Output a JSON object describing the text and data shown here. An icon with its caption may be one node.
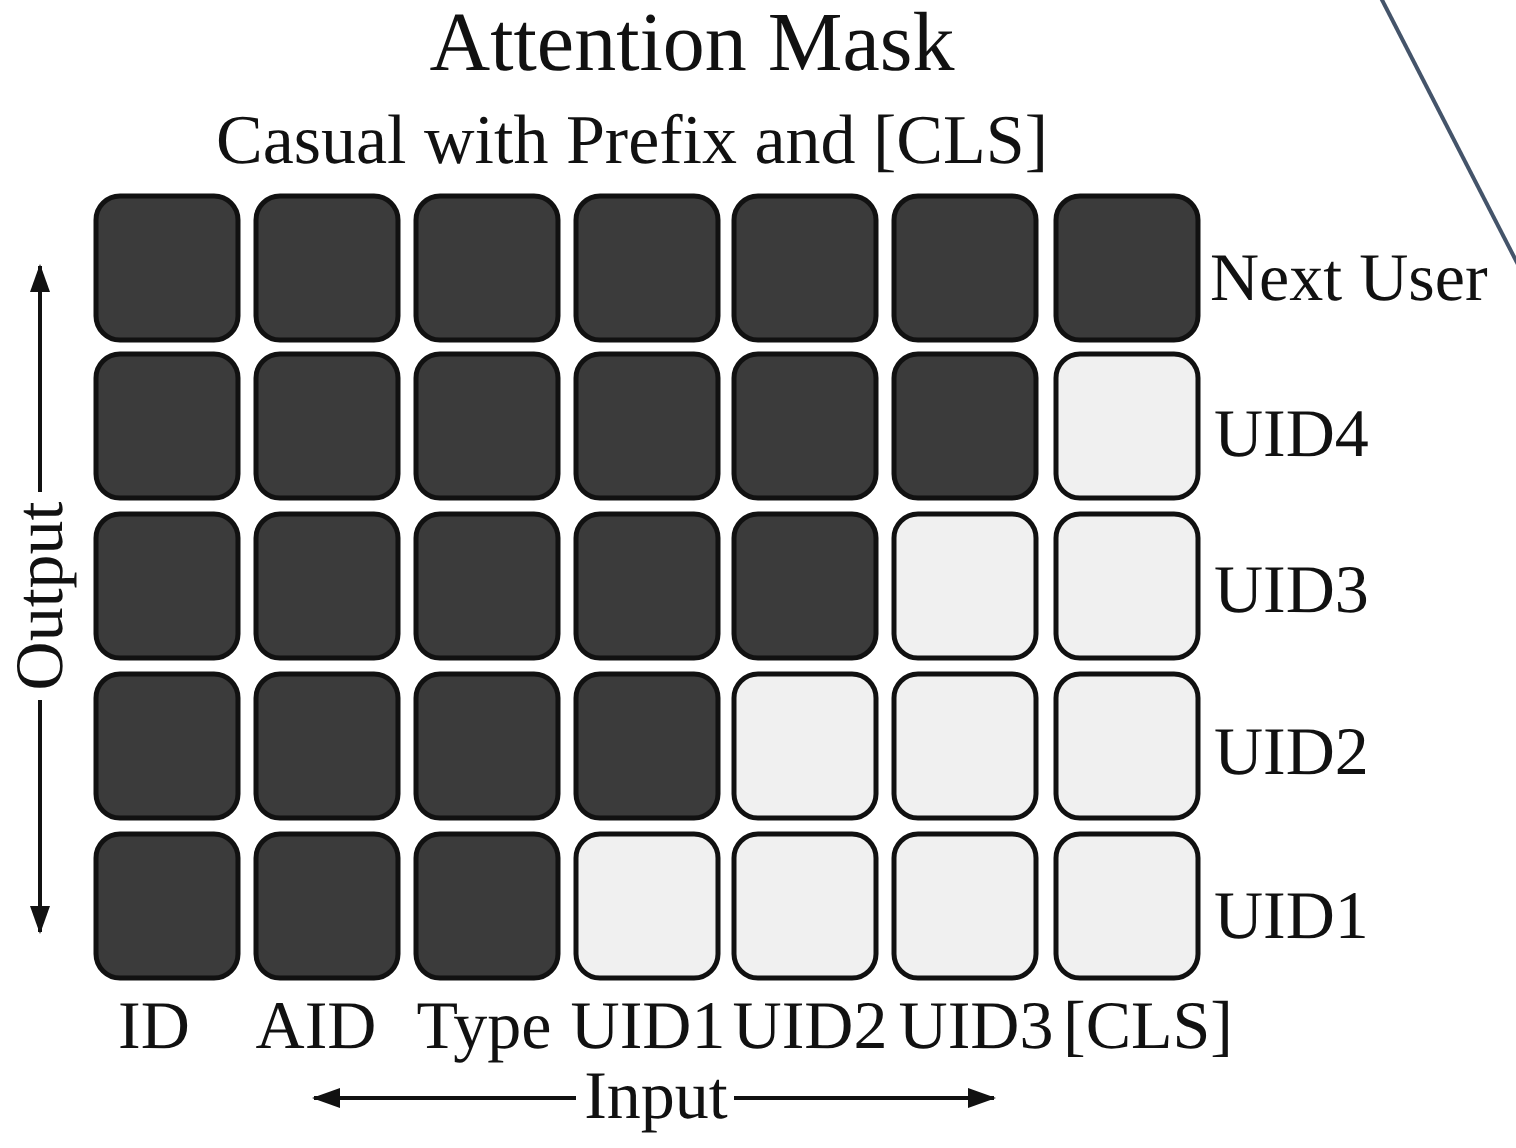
{
  "diagram": {
    "title": "Attention Mask",
    "nodes": [
      {
        "text": [],
        "shape": "box"
      },
      {
        "text": [],
        "shape": "box"
      },
      {
        "text": [],
        "shape": "box"
      },
      {
        "text": [],
        "shape": "box"
      },
      {
        "text": [],
        "shape": "box"
      },
      {
        "text": [],
        "shape": "box"
      },
      {
        "text": [],
        "shape": "box"
      },
      {
        "text": [],
        "shape": "box"
      },
      {
        "text": [],
        "shape": "box"
      },
      {
        "text": [],
        "shape": "box"
      },
      {
        "text": [],
        "shape": "box"
      },
      {
        "text": [],
        "shape": "box"
      },
      {
        "text": [],
        "shape": "box"
      },
      {
        "text": [],
        "shape": "box"
      },
      {
        "text": [],
        "shape": "box"
      },
      {
        "text": [],
        "shape": "box"
      },
      {
        "text": [],
        "shape": "box"
      },
      {
        "text": [],
        "shape": "box"
      },
      {
        "text": [],
        "shape": "box"
      },
      {
        "text": [],
        "shape": "box"
      },
      {
        "text": [],
        "shape": "box"
      },
      {
        "text": [],
        "shape": "box"
      },
      {
        "text": [],
        "shape": "box"
      },
      {
        "text": [],
        "shape": "box"
      },
      {
        "text": [],
        "shape": "box"
      },
      {
        "text": [],
        "shape": "box"
      },
      {
        "text": [],
        "shape": "box"
      },
      {
        "text": [],
        "shape": "box"
      },
      {
        "text": [],
        "shape": "box"
      },
      {
        "text": [],
        "shape": "box"
      },
      {
        "text": [],
        "shape": "box"
      },
      {
        "text": [],
        "shape": "box"
      },
      {
        "text": [],
        "shape": "box"
      },
      {
        "text": [],
        "shape": "box"
      },
      {
        "text": [],
        "shape": "box"
      }
    ],
    "labels": [
      "Casual with Prefix and [CLS]",
      "Next User",
      "UID4",
      "Output",
      "UID3",
      "UID2",
      "UID1",
      "ID",
      "AID",
      "Type",
      "UID1",
      "UID2",
      "UID3",
      "[CLS]",
      "Input"
    ]
  }
}
